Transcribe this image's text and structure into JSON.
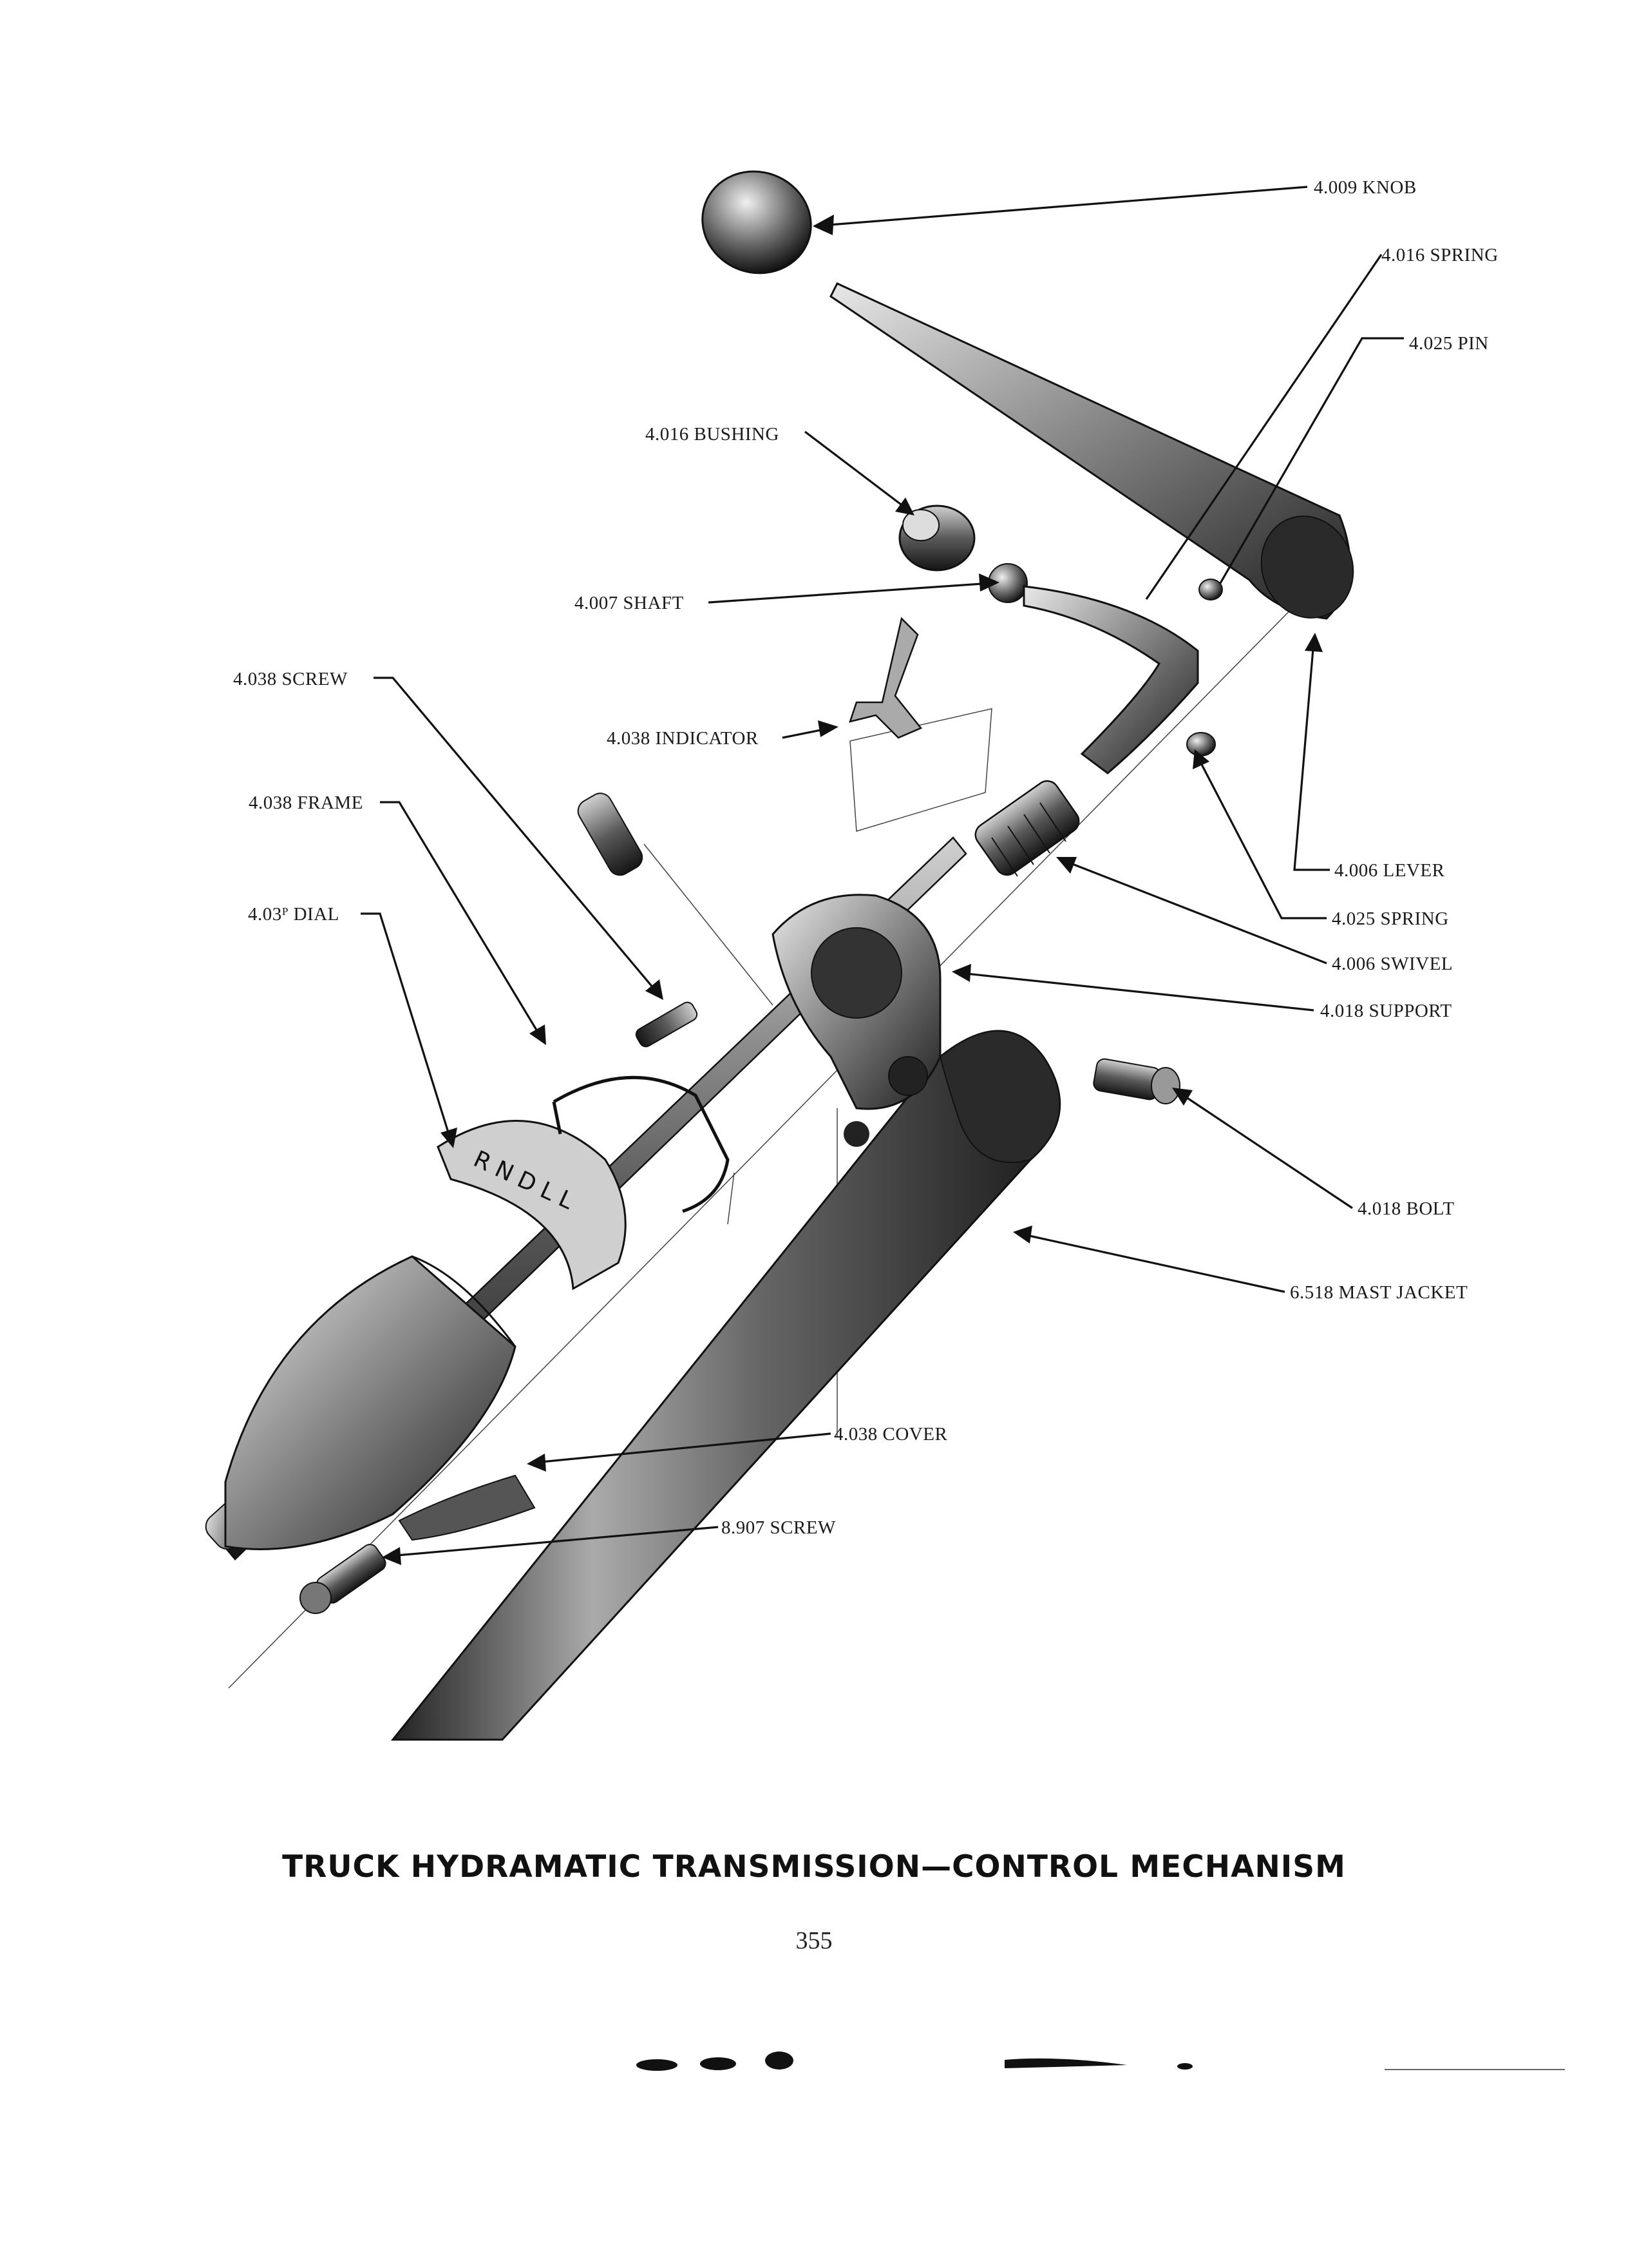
{
  "callouts": {
    "knob": "4.009 KNOB",
    "spring_top": "4.016 SPRING",
    "pin": "4.025 PIN",
    "bushing": "4.016 BUSHING",
    "shaft": "4.007 SHAFT",
    "screw_upper": "4.038 SCREW",
    "indicator": "4.038 INDICATOR",
    "frame": "4.038 FRAME",
    "dial": "4.03ᴾ DIAL",
    "lever": "4.006 LEVER",
    "spring_lower": "4.025 SPRING",
    "swivel": "4.006 SWIVEL",
    "support": "4.018 SUPPORT",
    "bolt": "4.018 BOLT",
    "mast_jacket": "6.518 MAST JACKET",
    "cover": "4.038 COVER",
    "screw_lower": "8.907 SCREW"
  },
  "dial_markings": "R N D L L",
  "caption": "TRUCK HYDRAMATIC TRANSMISSION—CONTROL MECHANISM",
  "page_number": "355"
}
